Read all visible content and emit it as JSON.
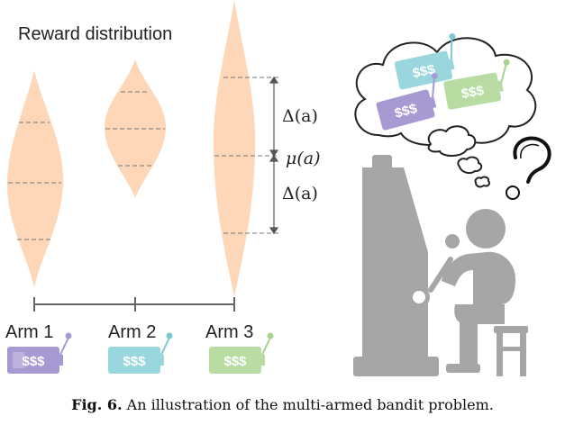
{
  "title": "Reward distribution",
  "symbols": {
    "gap": "Δ(a)",
    "mean": "μ(a)"
  },
  "arms": [
    {
      "label": "Arm 1",
      "color": "#a79ad2",
      "knob": "#a79ad2"
    },
    {
      "label": "Arm 2",
      "color": "#9ad6dd",
      "knob": "#7cc9d2"
    },
    {
      "label": "Arm 3",
      "color": "#b8dca2",
      "knob": "#a7d38e"
    }
  ],
  "machine_text": "$$$",
  "caption": {
    "label": "Fig. 6.",
    "text": "An illustration of the multi-armed bandit problem."
  },
  "colors": {
    "violin": "#fdd7b8",
    "dash": "#777777",
    "gray": "#a6a6a6",
    "question": "#111111"
  }
}
